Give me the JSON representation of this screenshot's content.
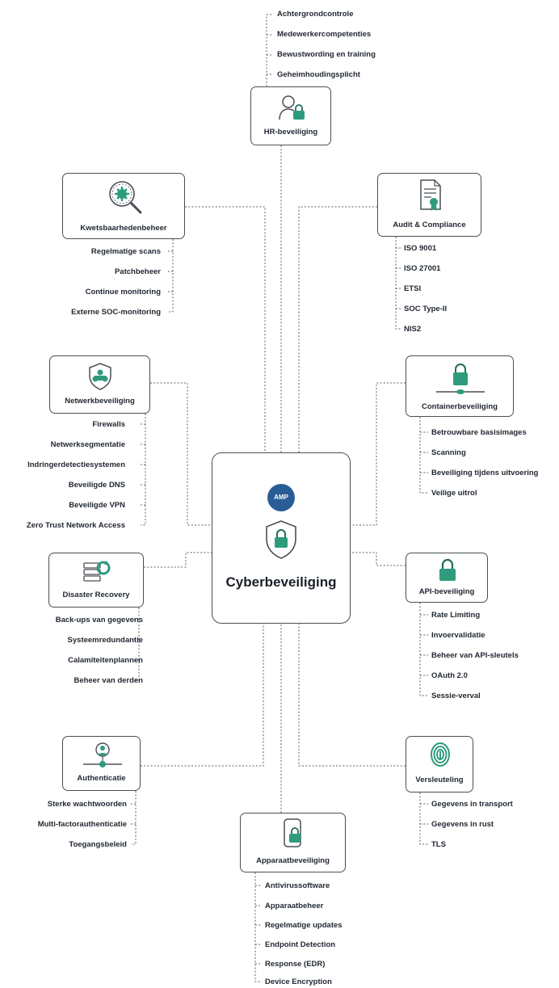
{
  "center": {
    "logo": "AMP",
    "title": "Cyberbeveiliging"
  },
  "colors": {
    "accent": "#2e9c7c",
    "line": "#5a5f66",
    "brand": "#2a5d98"
  },
  "nodes": {
    "hr": {
      "title": "HR-beveiliging",
      "icon": "person-lock-icon",
      "items": [
        "Achtergrondcontrole",
        "Medewerkercompetenties",
        "Bewustwording en training",
        "Geheimhoudingsplicht"
      ]
    },
    "kwets": {
      "title": "Kwetsbaarhedenbeheer",
      "icon": "magnifier-gear-icon",
      "items": [
        "Regelmatige scans",
        "Patchbeheer",
        "Continue monitoring",
        "Externe SOC-monitoring"
      ]
    },
    "audit": {
      "title": "Audit & Compliance",
      "icon": "certificate-icon",
      "items": [
        "ISO 9001",
        "ISO 27001",
        "ETSI",
        "SOC Type-II",
        "NIS2"
      ]
    },
    "netwerk": {
      "title": "Netwerkbeveiliging",
      "icon": "shield-network-icon",
      "items": [
        "Firewalls",
        "Netwerksegmentatie",
        "Indringerdetectiesystemen",
        "Beveiligde DNS",
        "Beveiligde VPN",
        "Zero Trust Network Access"
      ]
    },
    "container": {
      "title": "Containerbeveiliging",
      "icon": "container-lock-icon",
      "items": [
        "Betrouwbare basisimages",
        "Scanning",
        "Beveiliging tijdens uitvoering",
        "Veilige uitrol"
      ]
    },
    "disaster": {
      "title": "Disaster Recovery",
      "icon": "server-recovery-icon",
      "items": [
        "Back-ups van gegevens",
        "Systeemredundantie",
        "Calamiteitenplannen",
        "Beheer van derden"
      ]
    },
    "api": {
      "title": "API-beveiliging",
      "icon": "lock-icon",
      "items": [
        "Rate Limiting",
        "Invoervalidatie",
        "Beheer van API-sleutels",
        "OAuth 2.0",
        "Sessie-verval"
      ]
    },
    "auth": {
      "title": "Authenticatie",
      "icon": "user-network-icon",
      "items": [
        "Sterke wachtwoorden",
        "Multi-factorauthenticatie",
        "Toegangsbeleid"
      ]
    },
    "versl": {
      "title": "Versleuteling",
      "icon": "fingerprint-icon",
      "items": [
        "Gegevens in transport",
        "Gegevens in rust",
        "TLS"
      ]
    },
    "apparaat": {
      "title": "Apparaatbeveiliging",
      "icon": "phone-lock-icon",
      "items": [
        "Antivirussoftware",
        "Apparaatbeheer",
        "Regelmatige updates",
        "Endpoint Detection",
        "Response (EDR)",
        "Device Encryption"
      ]
    }
  }
}
